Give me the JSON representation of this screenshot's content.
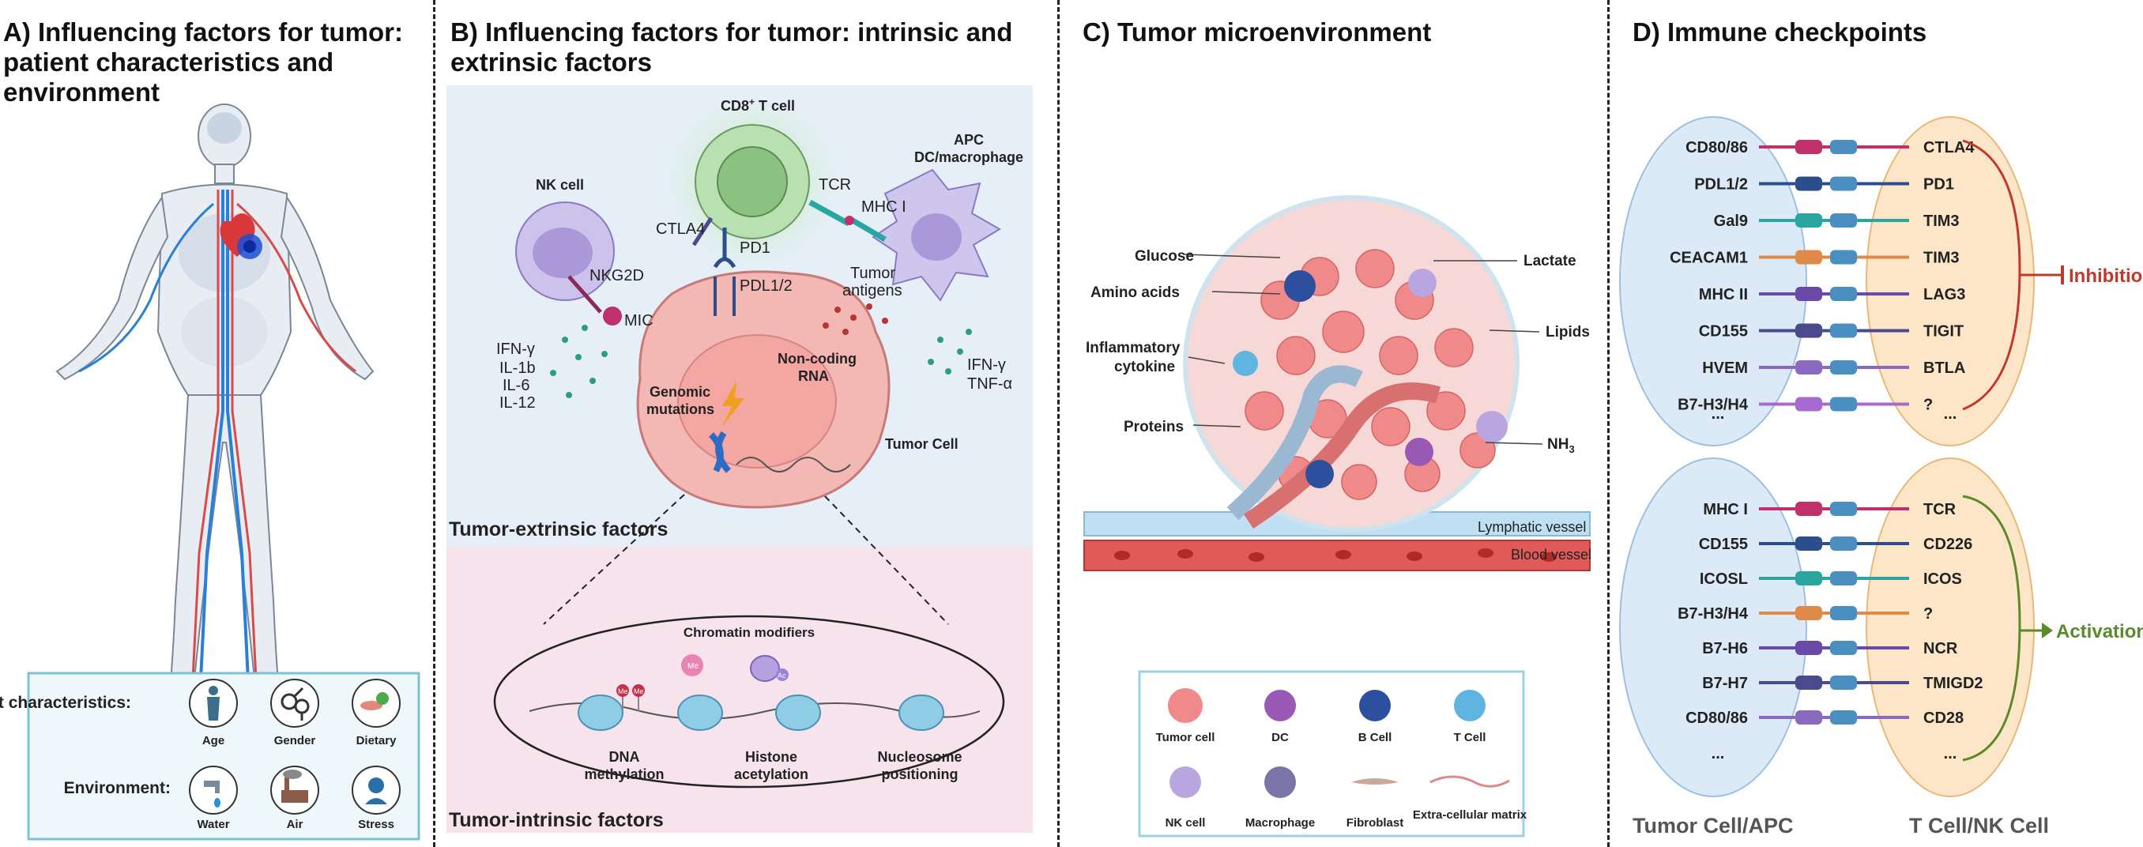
{
  "panels": {
    "a_title": "A) Influencing factors for tumor: patient characteristics and environment",
    "b_title": "B) Influencing factors for tumor: intrinsic and extrinsic factors",
    "c_title": "C) Tumor microenvironment",
    "d_title": "D) Immune checkpoints"
  },
  "panel_a": {
    "patient_label": "Patient characteristics:",
    "environment_label": "Environment:",
    "patient_icons": [
      {
        "label": "Age",
        "icon": "person-icon"
      },
      {
        "label": "Gender",
        "icon": "gender-icon"
      },
      {
        "label": "Dietary",
        "icon": "food-icon"
      }
    ],
    "environment_icons": [
      {
        "label": "Water",
        "icon": "water-tap-icon"
      },
      {
        "label": "Air",
        "icon": "factory-icon"
      },
      {
        "label": "Stress",
        "icon": "stress-icon"
      }
    ]
  },
  "panel_b": {
    "cd8_label": "CD8",
    "cd8_sup": "+",
    "cd8_suffix": " T cell",
    "nk_label": "NK cell",
    "apc_label1": "APC",
    "apc_label2": "DC/macrophage",
    "tcr": "TCR",
    "mhc": "MHC I",
    "ctla4": "CTLA4",
    "pd1": "PD1",
    "pdl": "PDL1/2",
    "nkg2d": "NKG2D",
    "mic": "MIC",
    "tumor_antigens1": "Tumor",
    "tumor_antigens2": "antigens",
    "cytokines_left": [
      "IFN-γ",
      "IL-1b",
      "IL-6",
      "IL-12"
    ],
    "cytokines_right": [
      "IFN-γ",
      "TNF-α"
    ],
    "genomic1": "Genomic",
    "genomic2": "mutations",
    "noncoding1": "Non-coding",
    "noncoding2": "RNA",
    "tumor_cell": "Tumor Cell",
    "extrinsic": "Tumor-extrinsic factors",
    "intrinsic": "Tumor-intrinsic factors",
    "chromatin": "Chromatin modifiers",
    "dna1": "DNA",
    "dna2": "methylation",
    "histone1": "Histone",
    "histone2": "acetylation",
    "nucleosome1": "Nucleosome",
    "nucleosome2": "positioning",
    "me": "Me",
    "ac": "Ac"
  },
  "panel_c": {
    "glucose": "Glucose",
    "amino": "Amino acids",
    "inflam1": "Inflammatory",
    "inflam2": "cytokine",
    "proteins": "Proteins",
    "lactate": "Lactate",
    "lipids": "Lipids",
    "nh3": "NH",
    "nh3_sub": "3",
    "lymph": "Lymphatic vessel",
    "blood": "Blood vessel",
    "legend": [
      {
        "label": "Tumor cell",
        "color": "#f08a8a"
      },
      {
        "label": "DC",
        "color": "#9b59b6"
      },
      {
        "label": "B Cell",
        "color": "#2c4f9e"
      },
      {
        "label": "T Cell",
        "color": "#5fb4e0"
      },
      {
        "label": "NK cell",
        "color": "#b9a6e0"
      },
      {
        "label": "Macrophage",
        "color": "#7a74a8"
      },
      {
        "label": "Fibroblast",
        "color": "#c9a89a"
      },
      {
        "label": "Extra-cellular matrix",
        "color": "#d98a8a"
      }
    ]
  },
  "panel_d": {
    "inhibition": "Inhibition",
    "activation": "Activation",
    "tumor_cell_apc": "Tumor Cell/APC",
    "t_nk": "T Cell/NK Cell",
    "inhibitory_pairs": [
      {
        "left": "CD80/86",
        "right": "CTLA4"
      },
      {
        "left": "PDL1/2",
        "right": "PD1"
      },
      {
        "left": "Gal9",
        "right": "TIM3"
      },
      {
        "left": "CEACAM1",
        "right": "TIM3"
      },
      {
        "left": "MHC II",
        "right": "LAG3"
      },
      {
        "left": "CD155",
        "right": "TIGIT"
      },
      {
        "left": "HVEM",
        "right": "BTLA"
      },
      {
        "left": "B7-H3/H4",
        "right": "?"
      }
    ],
    "activating_pairs": [
      {
        "left": "MHC I",
        "right": "TCR"
      },
      {
        "left": "CD155",
        "right": "CD226"
      },
      {
        "left": "ICOSL",
        "right": "ICOS"
      },
      {
        "left": "B7-H3/H4",
        "right": "?"
      },
      {
        "left": "B7-H6",
        "right": "NCR"
      },
      {
        "left": "B7-H7",
        "right": "TMIGD2"
      },
      {
        "left": "CD80/86",
        "right": "CD28"
      }
    ],
    "ellipsis": "...",
    "colors": {
      "inhibition": "#c0392b",
      "activation": "#5a8a2a",
      "left_oval": "#dce9f7",
      "right_oval": "#fde6c8"
    }
  }
}
